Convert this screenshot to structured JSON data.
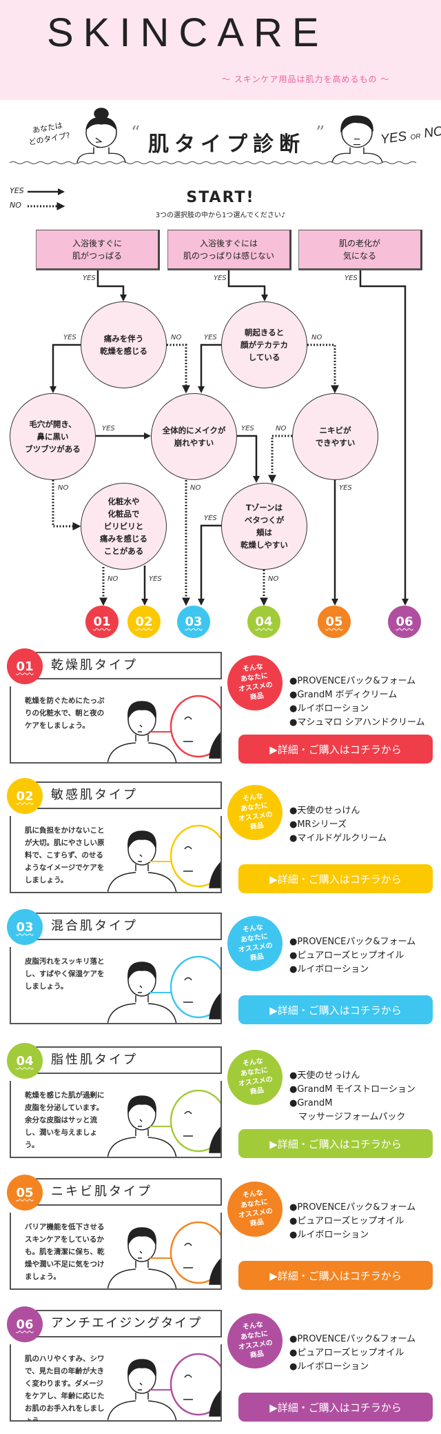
{
  "header": {
    "logo": "SKINCARE",
    "tagline": "～ スキンケア用品は肌力を高めるもの ～"
  },
  "quiz": {
    "ask": "あなたは\nどのタイプ?",
    "title": "肌タイプ診断",
    "open_quote": "“",
    "close_quote": "”",
    "yes": "YES",
    "or": "OR",
    "no": "NO"
  },
  "legend": {
    "yes": "YES",
    "no": "NO"
  },
  "start": {
    "label": "START!",
    "sub": "3つの選択肢の中から1つ選んでください♪"
  },
  "flow": {
    "choices": [
      "入浴後すぐに\n肌がつっぱる",
      "入浴後すぐには\n肌のつっぱりは感じない",
      "肌の老化が\n気になる"
    ],
    "questions": [
      "痛みを伴う\n乾燥を感じる",
      "朝起きると\n顔がテカテカ\nしている",
      "毛穴が開き、\n鼻に黒い\nブツブツがある",
      "全体的にメイクが\n崩れやすい",
      "ニキビが\nできやすい",
      "化粧水や\n化粧品で\nビリビリと\n痛みを感じる\nことがある",
      "Tゾーンは\nベタつくが\n頬は\n乾燥しやすい"
    ],
    "yes": "YES",
    "no": "NO",
    "results": [
      "01",
      "02",
      "03",
      "04",
      "05",
      "06"
    ]
  },
  "bubble": "そんな\nあなたに\nオススメの\n商品",
  "button_label": "▶詳細・ご購入はコチラから",
  "types": [
    {
      "num": "01",
      "title": "乾燥肌タイプ",
      "color": "#ef3e4a",
      "desc": "乾燥を防ぐためにたっぷりの化粧水で、朝と夜のケアをしましょう。",
      "products": [
        "●PROVENCEパック&フォーム",
        "●GrandM ボディクリーム",
        "●ルイボローション",
        "●マシュマロ シアハンドクリーム"
      ]
    },
    {
      "num": "02",
      "title": "敏感肌タイプ",
      "color": "#fcc800",
      "desc": "肌に負担をかけないことが大切。肌にやさしい原料で、こすらず、のせるようなイメージでケアをしましょう。",
      "products": [
        "●天使のせっけん",
        "●MRシリーズ",
        "●マイルドゲルクリーム"
      ]
    },
    {
      "num": "03",
      "title": "混合肌タイプ",
      "color": "#3ec6f0",
      "desc": "皮脂汚れをスッキリ落とし、すばやく保湿ケアをしましょう。",
      "products": [
        "●PROVENCEパック&フォーム",
        "●ピュアローズヒップオイル",
        "●ルイボローション"
      ]
    },
    {
      "num": "04",
      "title": "脂性肌タイプ",
      "color": "#a2cb3a",
      "desc": "乾燥を感じた肌が過剰に皮脂を分泌しています。余分な皮脂はサッと流し、潤いを与えましょう。",
      "products": [
        "●天使のせっけん",
        "●GrandM モイストローション",
        "●GrandM\n　マッサージフォームパック"
      ]
    },
    {
      "num": "05",
      "title": "ニキビ肌タイプ",
      "color": "#f38421",
      "desc": "バリア機能を低下させるスキンケアをしているかも。肌を清潔に保ち、乾燥や潤い不足に気をつけましょう。",
      "products": [
        "●PROVENCEパック&フォーム",
        "●ピュアローズヒップオイル",
        "●ルイボローション"
      ]
    },
    {
      "num": "06",
      "title": "アンチエイジングタイプ",
      "color": "#b04fa0",
      "desc": "肌のハリやくすみ、シワで、見た目の年齢が大きく変わります。ダメージをケアし、年齢に応じたお肌のお手入れをしましょう。",
      "products": [
        "●PROVENCEパック&フォーム",
        "●ピュアローズヒップオイル",
        "●ルイボローション"
      ]
    }
  ],
  "colors": {
    "hero_bg": "#fde6ef",
    "tagline": "#f060a0",
    "choice_bg": "#f7bfd8",
    "node_bg": "#fde8f0"
  }
}
